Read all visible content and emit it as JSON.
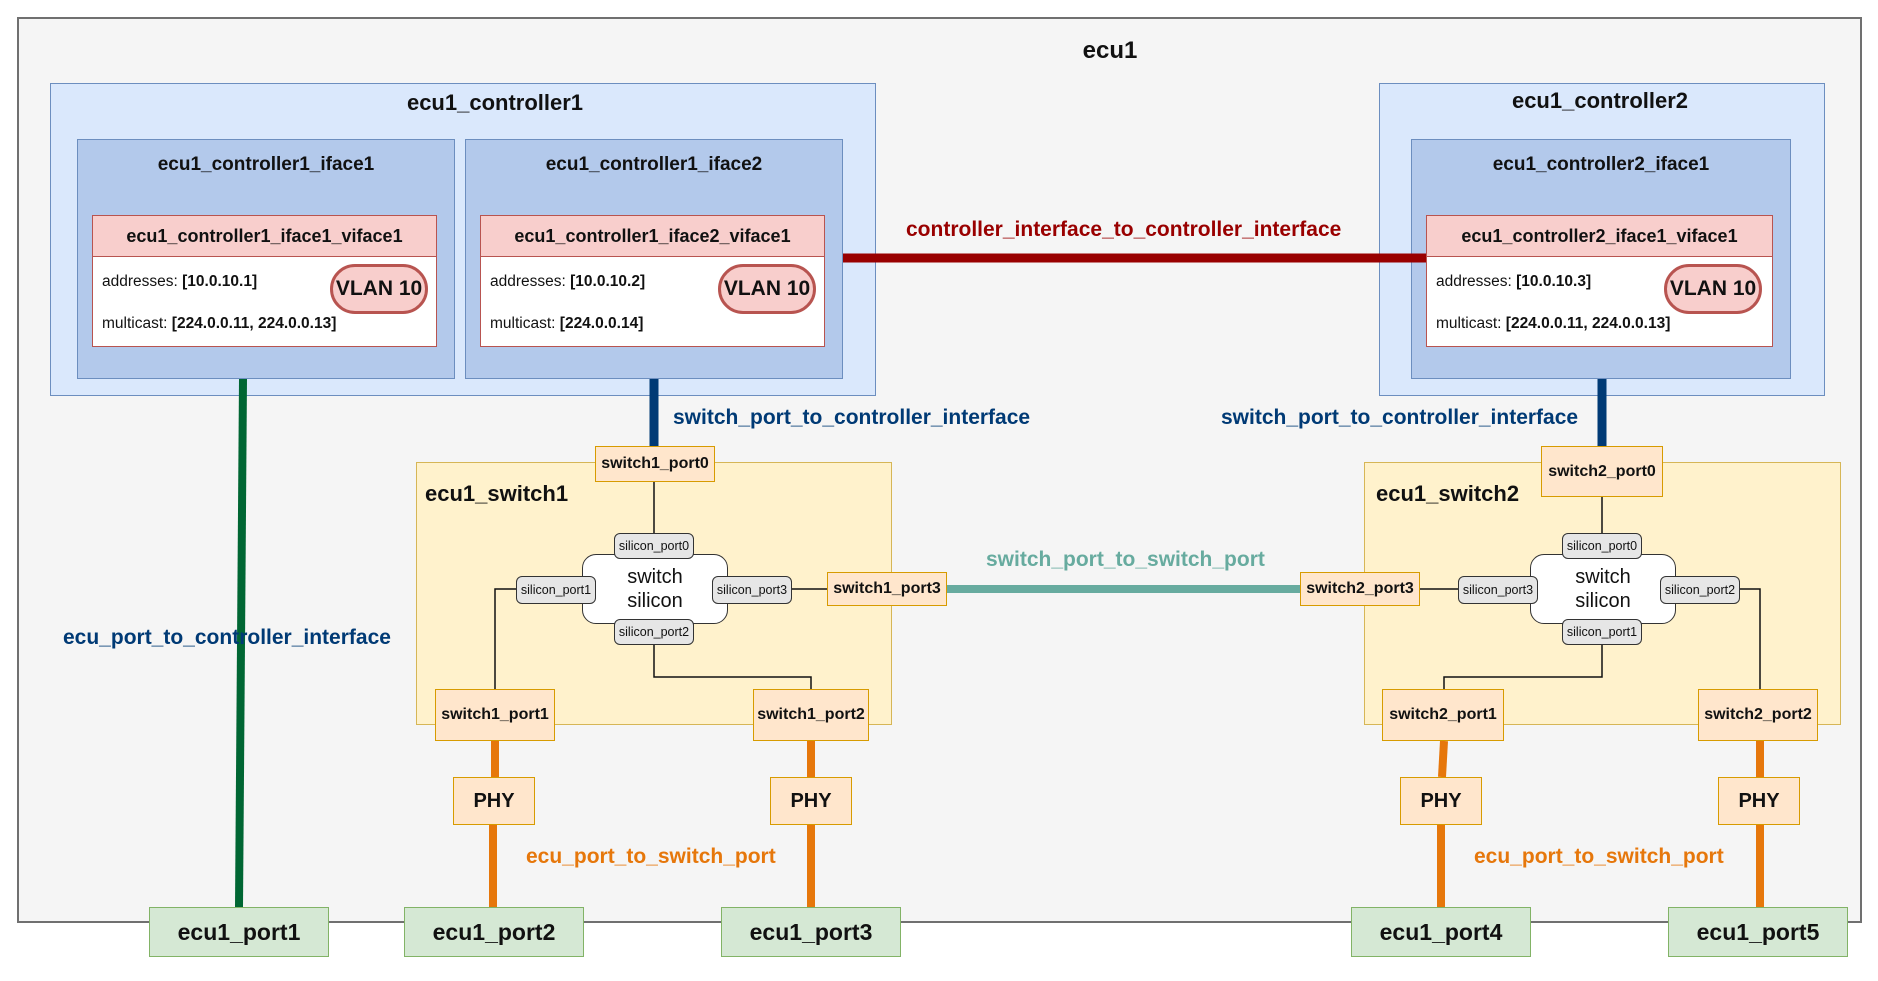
{
  "ecu": {
    "title": "ecu1"
  },
  "controllers": [
    {
      "title": "ecu1_controller1",
      "ifaces": [
        {
          "title": "ecu1_controller1_iface1",
          "viface": "ecu1_controller1_iface1_viface1",
          "addresses_label": "addresses:",
          "addresses": "[10.0.10.1]",
          "multicast_label": "multicast:",
          "multicast": "[224.0.0.11, 224.0.0.13]",
          "vlan": "VLAN 10"
        },
        {
          "title": "ecu1_controller1_iface2",
          "viface": "ecu1_controller1_iface2_viface1",
          "addresses_label": "addresses:",
          "addresses": "[10.0.10.2]",
          "multicast_label": "multicast:",
          "multicast": "[224.0.0.14]",
          "vlan": "VLAN 10"
        }
      ]
    },
    {
      "title": "ecu1_controller2",
      "ifaces": [
        {
          "title": "ecu1_controller2_iface1",
          "viface": "ecu1_controller2_iface1_viface1",
          "addresses_label": "addresses:",
          "addresses": "[10.0.10.3]",
          "multicast_label": "multicast:",
          "multicast": "[224.0.0.11, 224.0.0.13]",
          "vlan": "VLAN 10"
        }
      ]
    }
  ],
  "switches": [
    {
      "title": "ecu1_switch1",
      "ports": [
        "switch1_port0",
        "switch1_port1",
        "switch1_port2",
        "switch1_port3"
      ],
      "silicon": {
        "line1": "switch",
        "line2": "silicon",
        "ports": [
          "silicon_port0",
          "silicon_port1",
          "silicon_port2",
          "silicon_port3"
        ]
      },
      "phy": [
        "PHY",
        "PHY"
      ]
    },
    {
      "title": "ecu1_switch2",
      "ports": [
        "switch2_port0",
        "switch2_port1",
        "switch2_port2",
        "switch2_port3"
      ],
      "silicon": {
        "line1": "switch",
        "line2": "silicon",
        "ports": [
          "silicon_port0",
          "silicon_port1",
          "silicon_port2",
          "silicon_port3"
        ]
      },
      "phy": [
        "PHY",
        "PHY"
      ]
    }
  ],
  "ecu_ports": [
    "ecu1_port1",
    "ecu1_port2",
    "ecu1_port3",
    "ecu1_port4",
    "ecu1_port5"
  ],
  "links": {
    "controller_to_controller": "controller_interface_to_controller_interface",
    "switch_to_controller_1": "switch_port_to_controller_interface",
    "switch_to_controller_2": "switch_port_to_controller_interface",
    "switch_to_switch": "switch_port_to_switch_port",
    "ecu_to_controller": "ecu_port_to_controller_interface",
    "ecu_to_switch_1": "ecu_port_to_switch_port",
    "ecu_to_switch_2": "ecu_port_to_switch_port"
  },
  "colors": {
    "controller_link": "#990000",
    "switch_controller_link": "#003a75",
    "switch_switch_link": "#67ab9f",
    "ecu_controller_link": "#006633",
    "ecu_switch_link": "#e6770b"
  }
}
